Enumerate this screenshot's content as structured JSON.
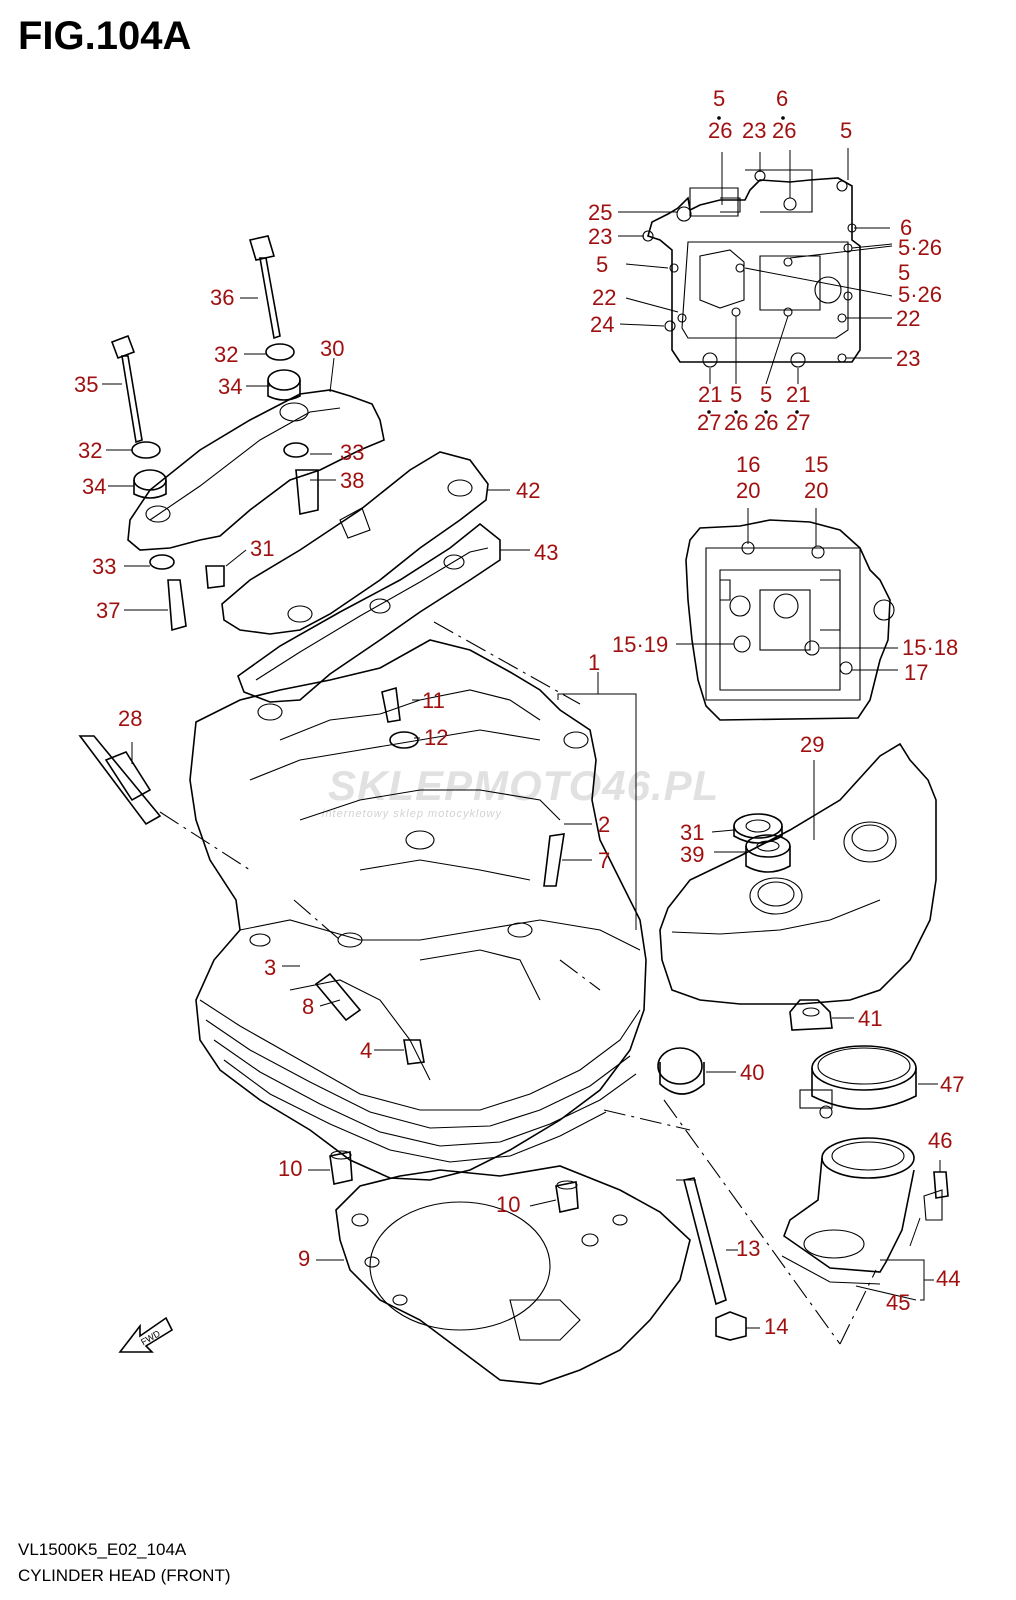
{
  "figure": {
    "title": "FIG.104A",
    "code": "VL1500K5_E02_104A",
    "caption": "CYLINDER HEAD (FRONT)",
    "watermark": "SKLEPMOTO46.PL",
    "watermark_sub": "internetowy sklep motocyklowy",
    "fwd_label": "FWD",
    "callout_color": "#a01010",
    "line_color": "#000000"
  },
  "callouts": {
    "c1": "1",
    "c2": "2",
    "c3": "3",
    "c4": "4",
    "c7": "7",
    "c8": "8",
    "c9": "9",
    "c10a": "10",
    "c10b": "10",
    "c11": "11",
    "c12": "12",
    "c13": "13",
    "c14": "14",
    "c16": "16",
    "c15": "15",
    "c20a": "20",
    "c20b": "20",
    "c1519": "15·19",
    "c1518": "15·18",
    "c17": "17",
    "c28": "28",
    "c29": "29",
    "c30": "30",
    "c31a": "31",
    "c31b": "31",
    "c32a": "32",
    "c32b": "32",
    "c33a": "33",
    "c33b": "33",
    "c34a": "34",
    "c34b": "34",
    "c35": "35",
    "c36": "36",
    "c37": "37",
    "c38": "38",
    "c39": "39",
    "c40": "40",
    "c41": "41",
    "c42": "42",
    "c43": "43",
    "c44": "44",
    "c45": "45",
    "c46": "46",
    "c47": "47",
    "t5a": "5",
    "t26a": "26",
    "t6a": "6",
    "t23a": "23",
    "t26b": "26",
    "t5b": "5",
    "t25": "25",
    "t23b": "23",
    "t6b": "6",
    "t526a": "5·26",
    "t5c": "5",
    "t5d": "5",
    "t22a": "22",
    "t526b": "5·26",
    "t24": "24",
    "t22b": "22",
    "t23c": "23",
    "t21a": "21",
    "t27a": "27",
    "t5e": "5",
    "t26c": "26",
    "t5f": "5",
    "t26d": "26",
    "t21b": "21",
    "t27b": "27"
  }
}
